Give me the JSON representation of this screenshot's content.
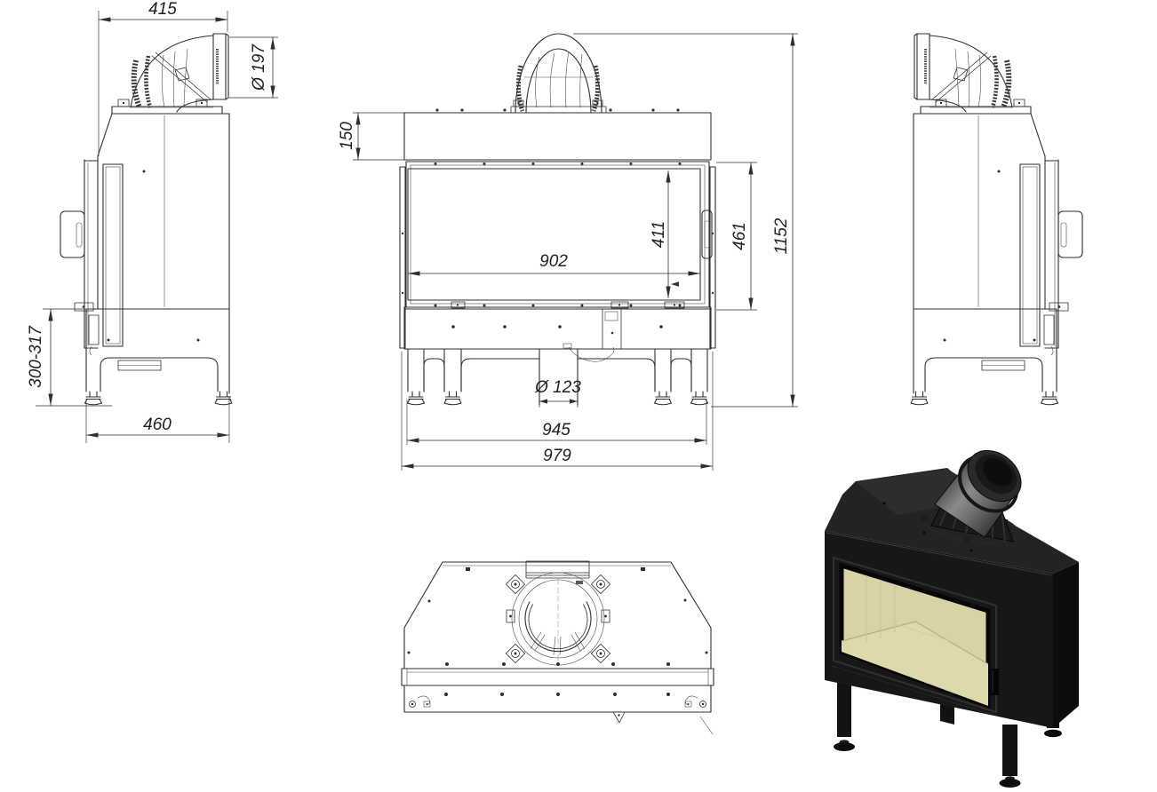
{
  "colors": {
    "background": "#ffffff",
    "drawing_line": "#2f2f2f",
    "render_body": "#171717",
    "render_glass": "#d8d2a7",
    "render_pipe_highlight": "#7e7e7e"
  },
  "dims": {
    "flue_offset_width": "415",
    "flue_diameter": "Ø 197",
    "base_height_range": "300-317",
    "side_depth": "460",
    "hood_height": "150",
    "glass_width": "902",
    "glass_height": "411",
    "door_height": "461",
    "total_height": "1152",
    "air_inlet_diameter": "Ø 123",
    "feet_span_width": "945",
    "total_width": "979"
  }
}
